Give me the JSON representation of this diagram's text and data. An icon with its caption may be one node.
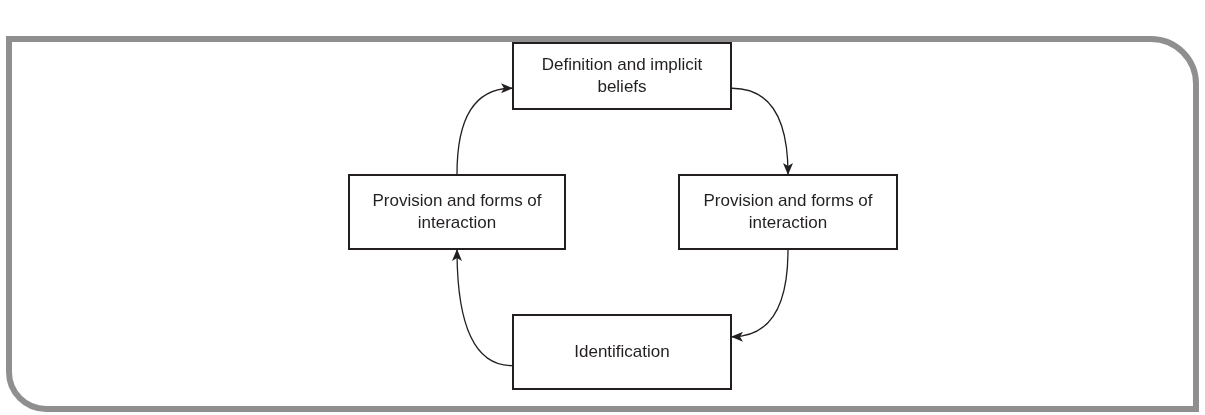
{
  "diagram": {
    "nodes": [
      {
        "text": [
          "Definition and implicit beliefs"
        ]
      },
      {
        "text": [
          "Provision and forms of interaction"
        ]
      },
      {
        "text": [
          "Identification"
        ]
      },
      {
        "text": [
          "Provision and forms of interaction"
        ]
      }
    ],
    "edges": [
      {
        "from": 0,
        "to": 1,
        "arrow": "to"
      },
      {
        "from": 1,
        "to": 2,
        "arrow": "to"
      },
      {
        "from": 2,
        "to": 3,
        "arrow": "to"
      },
      {
        "from": 3,
        "to": 0,
        "arrow": "to"
      }
    ]
  }
}
